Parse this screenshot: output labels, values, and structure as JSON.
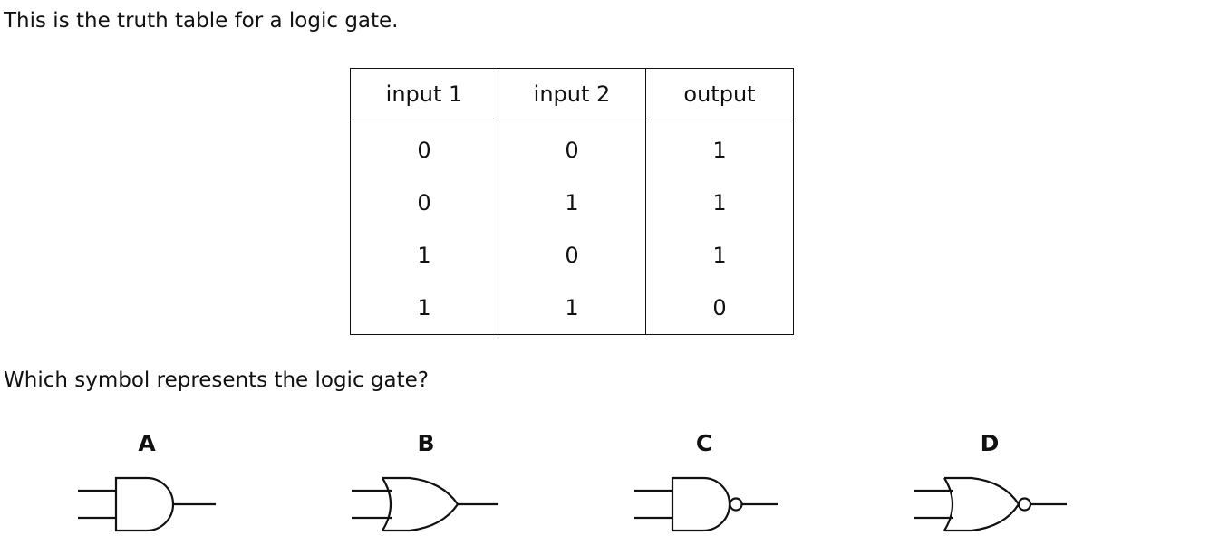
{
  "question": {
    "intro": "This is the truth table for a logic gate.",
    "prompt": "Which symbol represents the logic gate?"
  },
  "truth_table": {
    "headers": [
      "input 1",
      "input 2",
      "output"
    ],
    "rows": [
      [
        "0",
        "0",
        "1"
      ],
      [
        "0",
        "1",
        "1"
      ],
      [
        "1",
        "0",
        "1"
      ],
      [
        "1",
        "1",
        "0"
      ]
    ]
  },
  "options": [
    {
      "letter": "A",
      "gate_icon": "and-gate-icon"
    },
    {
      "letter": "B",
      "gate_icon": "or-gate-icon"
    },
    {
      "letter": "C",
      "gate_icon": "nand-gate-icon"
    },
    {
      "letter": "D",
      "gate_icon": "nor-gate-icon"
    }
  ]
}
